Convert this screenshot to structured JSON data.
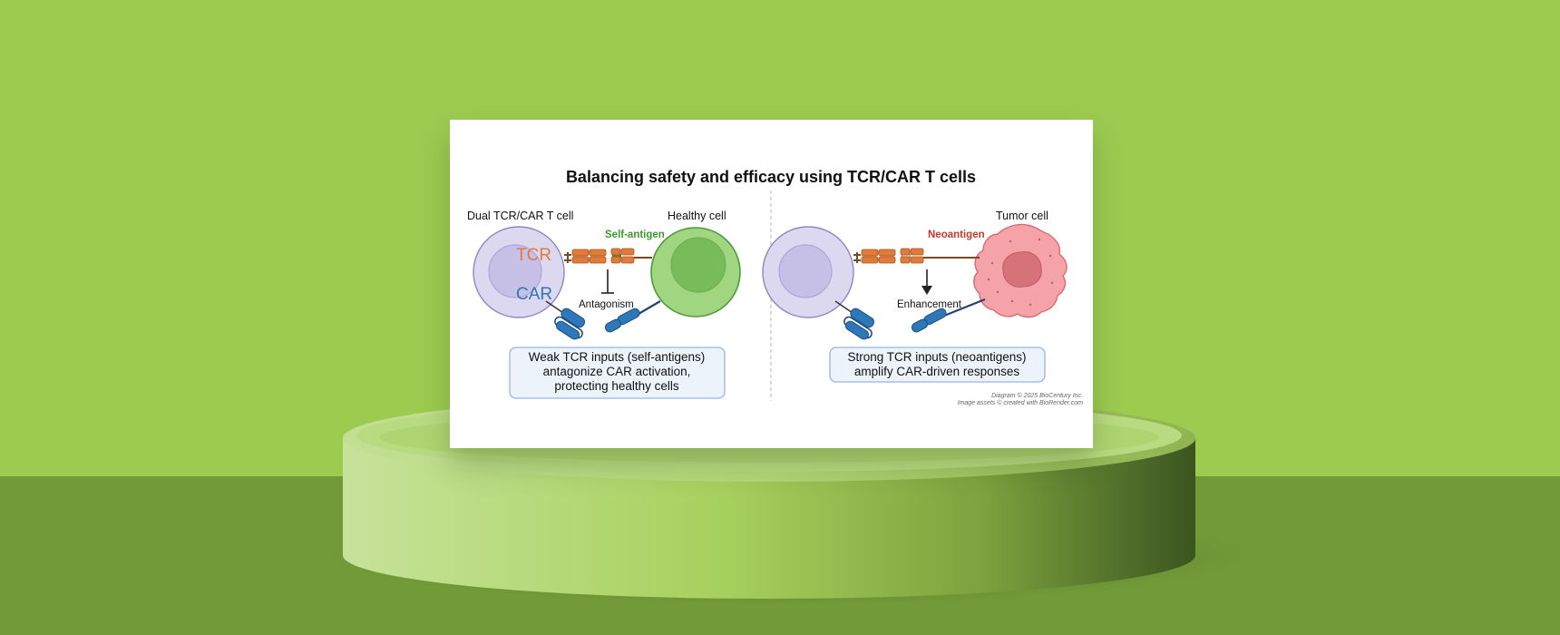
{
  "diagram": {
    "title": "Balancing safety and efficacy using TCR/CAR T cells",
    "left_panel": {
      "tcell_label": "Dual TCR/CAR T cell",
      "target_label": "Healthy cell",
      "antigen_label": "Self-antigen",
      "tcr_label": "TCR",
      "car_label": "CAR",
      "effect_label": "Antagonism",
      "box_lines": [
        "Weak TCR inputs (self-antigens)",
        "antagonize CAR activation,",
        "protecting healthy cells"
      ]
    },
    "right_panel": {
      "target_label": "Tumor cell",
      "antigen_label": "Neoantigen",
      "effect_label": "Enhancement",
      "box_lines": [
        "Strong TCR inputs (neoantigens)",
        "amplify CAR-driven responses"
      ]
    },
    "credit_lines": [
      "Diagram © 2025 BioCentury Inc.",
      "Image assets © created with BioRender.com"
    ]
  },
  "colors": {
    "background_top": "#9ccb50",
    "background_bottom": "#729a38",
    "tcell_fill": "#dcd8ef",
    "healthy_cell_fill": "#9fd67f",
    "tumor_cell_fill": "#f5a3a8",
    "tcr_orange": "#e07b3a",
    "car_blue": "#2d78b8",
    "box_fill": "#edf3fb",
    "box_stroke": "#9ab5dd"
  }
}
